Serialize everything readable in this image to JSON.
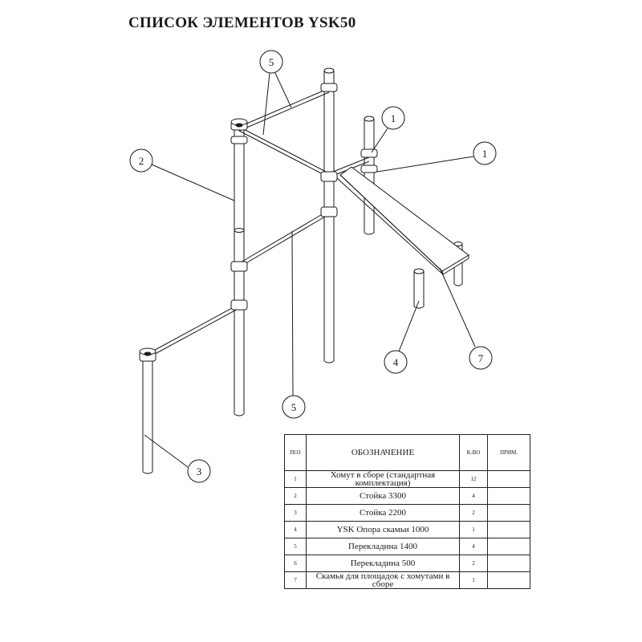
{
  "page": {
    "title": "СПИСОК ЭЛЕМЕНТОВ YSK50"
  },
  "callouts": [
    "5",
    "1",
    "1",
    "2",
    "4",
    "7",
    "5",
    "3"
  ],
  "table": {
    "headers": {
      "pos": "ПОЗ",
      "name": "ОБОЗНАЧЕНИЕ",
      "qty": "К-ВО",
      "note": "ПРИМ."
    },
    "rows": [
      {
        "pos": "1",
        "name": "Хомут в сборе (стандартная комплектация)",
        "qty": "12",
        "note": ""
      },
      {
        "pos": "2",
        "name": "Стойка 3300",
        "qty": "4",
        "note": ""
      },
      {
        "pos": "3",
        "name": "Стойка 2200",
        "qty": "2",
        "note": ""
      },
      {
        "pos": "4",
        "name": "YSK Опора скамьи 1000",
        "qty": "1",
        "note": ""
      },
      {
        "pos": "5",
        "name": "Перекладина 1400",
        "qty": "4",
        "note": ""
      },
      {
        "pos": "6",
        "name": "Перекладина 500",
        "qty": "2",
        "note": ""
      },
      {
        "pos": "7",
        "name": "Скамья для площадок с хомутами в сборе",
        "qty": "1",
        "note": ""
      }
    ]
  },
  "colors": {
    "line": "#1a1a1a",
    "background": "#ffffff"
  }
}
